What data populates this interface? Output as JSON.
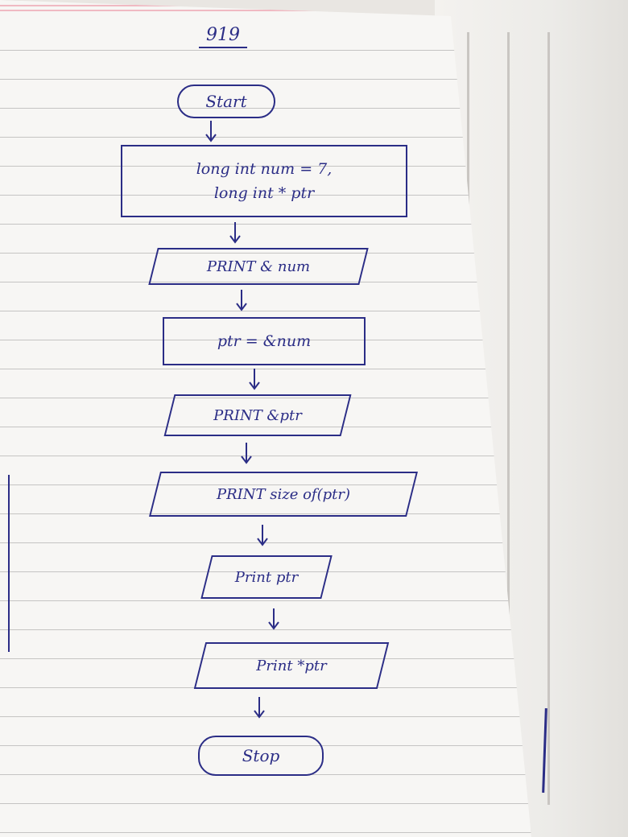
{
  "page": {
    "number": "919"
  },
  "flowchart": {
    "start": "Start",
    "declare_line1": "long int num = 7,",
    "declare_line2": "long int * ptr",
    "print_addr_num": "PRINT & num",
    "assign": "ptr = &num",
    "print_addr_ptr": "PRINT &ptr",
    "print_sizeof": "PRINT size of(ptr)",
    "print_ptr": "Print ptr",
    "print_deref": "Print *ptr",
    "stop": "Stop"
  },
  "colors": {
    "ink": "#2b2d86",
    "paper": "#f7f6f4",
    "rule": "#c5c4c3",
    "margin": "#f0b9c2"
  }
}
